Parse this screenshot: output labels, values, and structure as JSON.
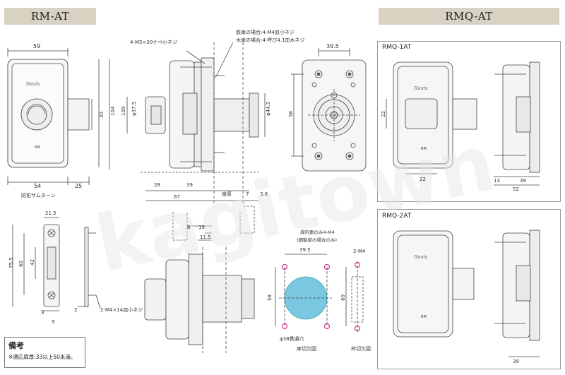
{
  "header_left": "RM-AT",
  "header_right": "RMQ-AT",
  "rm_labels": {
    "screw_top": "4-M5×30ナベ小ネジ",
    "steel_note": "鉄扉の場合:4-M4皿小ネジ",
    "wood_note": "木扉の場合:4-呼び4.1皿木ネジ",
    "front_w": "59",
    "front_h_30": "30",
    "front_h_104": "104",
    "front_h_109": "109",
    "front_b_54": "54",
    "front_b_25": "25",
    "thumb_label": "防犯サムターン",
    "side_d375": "φ37.5",
    "side_d445": "φ44.5",
    "side_28": "28",
    "side_39": "39",
    "side_67": "67",
    "side_door": "扉厚",
    "side_7": "7",
    "side_36": "3.6",
    "back_w": "39.5",
    "back_h": "58",
    "brand": "Gavis",
    "rm_mark": "RM"
  },
  "strike_labels": {
    "w215": "21.5",
    "h755": "75.5",
    "h60": "60",
    "h42": "42",
    "b3": "3",
    "b9": "9",
    "side_2": "2",
    "screws": "2-M4×14皿小ネジ"
  },
  "mid_labels": {
    "d6": "6",
    "d19": "19",
    "d115": "11.5"
  },
  "cutout_labels": {
    "note1": "扉内側のみ4-M4",
    "note2": "(鋼製扉の場合のみ)",
    "w395": "39.5",
    "h58": "58",
    "hole": "φ38貫通穴",
    "door_cut": "扉切欠図",
    "m4": "2-M4",
    "h60": "60",
    "frame_cut": "枠切欠図"
  },
  "rmq1": {
    "title": "RMQ-1AT",
    "d22a": "22",
    "d22b": "22",
    "d13": "13",
    "d39": "39",
    "d52": "52",
    "brand": "Gavis",
    "mark": "RM"
  },
  "rmq2": {
    "title": "RMQ-2AT",
    "d39": "39",
    "brand": "Gavis",
    "mark": "RM"
  },
  "note": {
    "title": "備考",
    "text": "※適応扉厚:33以上50未満。"
  },
  "watermark": "kagitown"
}
